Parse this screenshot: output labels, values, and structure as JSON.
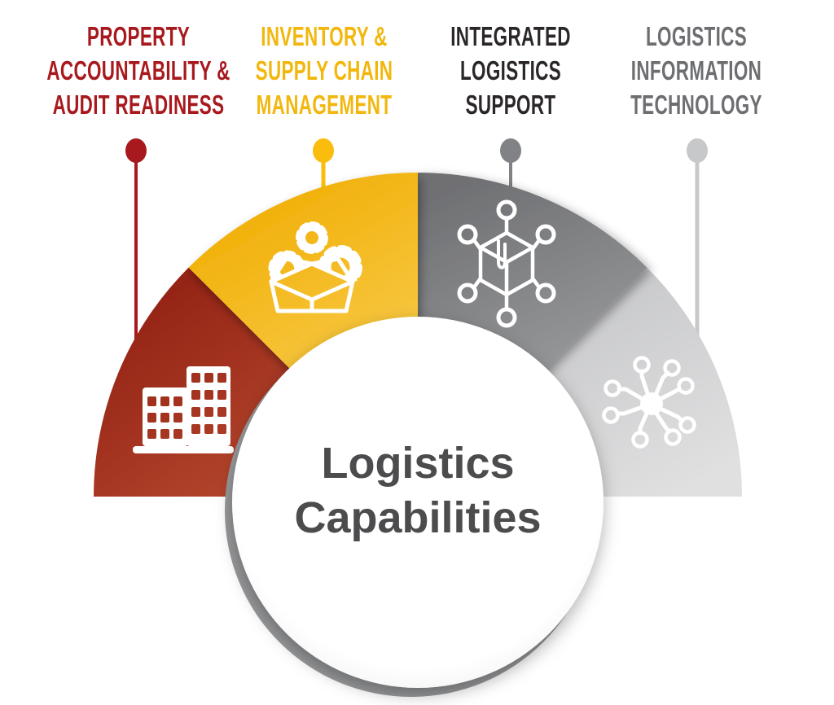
{
  "title": {
    "text": "Logistics\nCapabilities",
    "color": "#4C4C4E"
  },
  "segments": [
    {
      "label": "PROPERTY\nACCOUNTABILITY &\nAUDIT READINESS",
      "label_color": "#A8191E",
      "dot_color": "#A8191E",
      "wedge_color_outer": "#8C1A0F",
      "wedge_color_inner": "#C25536",
      "icon": "buildings-icon"
    },
    {
      "label": "INVENTORY &\nSUPPLY CHAIN\nMANAGEMENT",
      "label_color": "#F2B70D",
      "dot_color": "#FBBD0D",
      "wedge_color_outer": "#F0AD02",
      "wedge_color_inner": "#FBD460",
      "icon": "open-box-gears-icon"
    },
    {
      "label": "INTEGRATED\nLOGISTICS\nSUPPORT",
      "label_color": "#2B2728",
      "dot_color": "#808285",
      "wedge_color_outer": "#6F7073",
      "wedge_color_inner": "#ABACAE",
      "icon": "package-network-icon"
    },
    {
      "label": "LOGISTICS\nINFORMATION\nTECHNOLOGY",
      "label_color": "#6D6E71",
      "dot_color": "#C7C8CA",
      "wedge_color_outer": "#BDBEC0",
      "wedge_color_inner": "#E0E0E1",
      "icon": "circuit-icon"
    }
  ]
}
